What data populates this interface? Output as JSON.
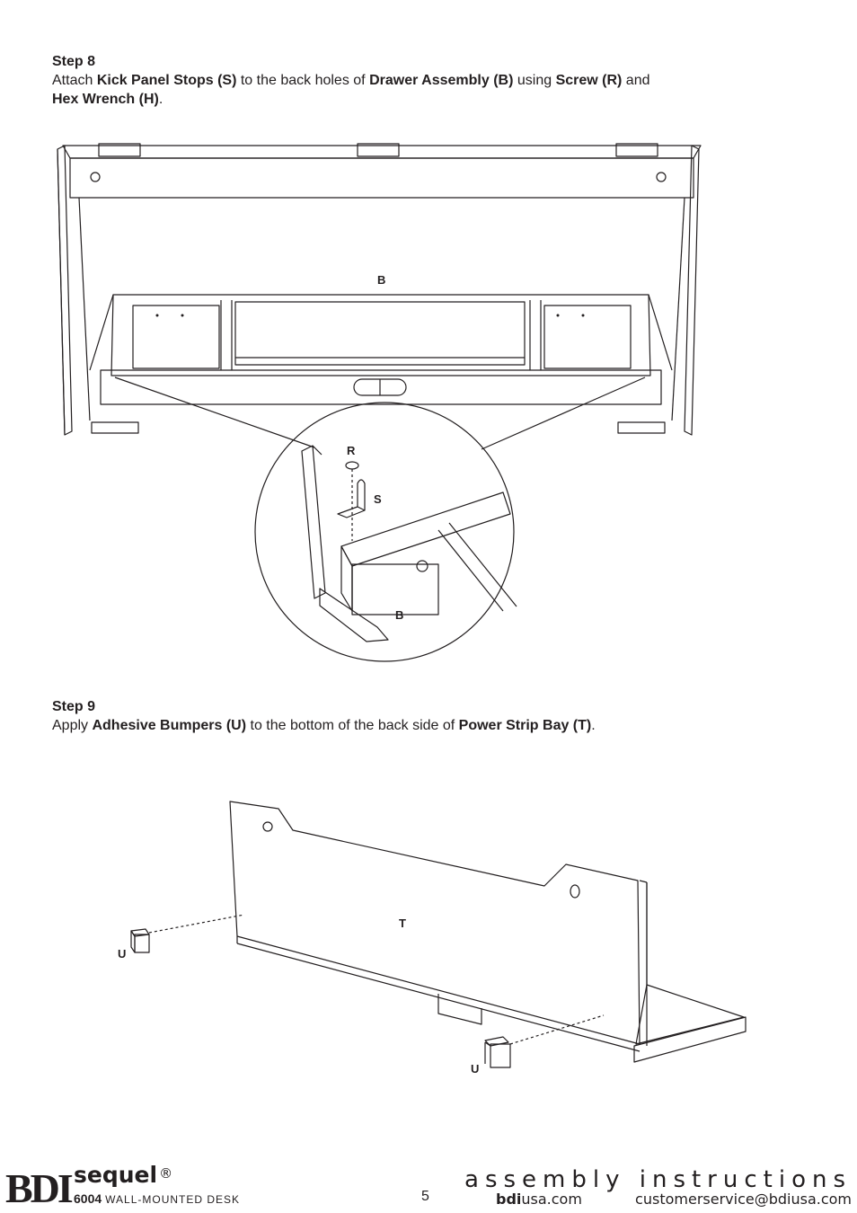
{
  "step8": {
    "title": "Step 8",
    "t1": "Attach ",
    "b1": "Kick Panel Stops (S)",
    "t2": " to the back holes of ",
    "b2": "Drawer Assembly (B)",
    "t3": " using ",
    "b3": "Screw (R)",
    "t4": " and ",
    "b4": "Hex Wrench (H)",
    "t5": "."
  },
  "step9": {
    "title": "Step 9",
    "t1": "Apply ",
    "b1": "Adhesive Bumpers (U)",
    "t2": " to the bottom of the back side of ",
    "b2": "Power Strip Bay (T)",
    "t3": "."
  },
  "figure8": {
    "label_b_top": "B",
    "label_r": "R",
    "label_s": "S",
    "label_b_detail": "B"
  },
  "figure9": {
    "label_t": "T",
    "label_u_left": "U",
    "label_u_right": "U"
  },
  "footer": {
    "logo": "BDI",
    "brand": "sequel",
    "registered": "®",
    "model_number": "6004",
    "model_desc": "WALL-MOUNTED DESK",
    "page_number": "5",
    "heading": "assembly instructions",
    "web_bold": "bdi",
    "web_rest": "usa.com",
    "email": "customerservice@bdiusa.com"
  }
}
